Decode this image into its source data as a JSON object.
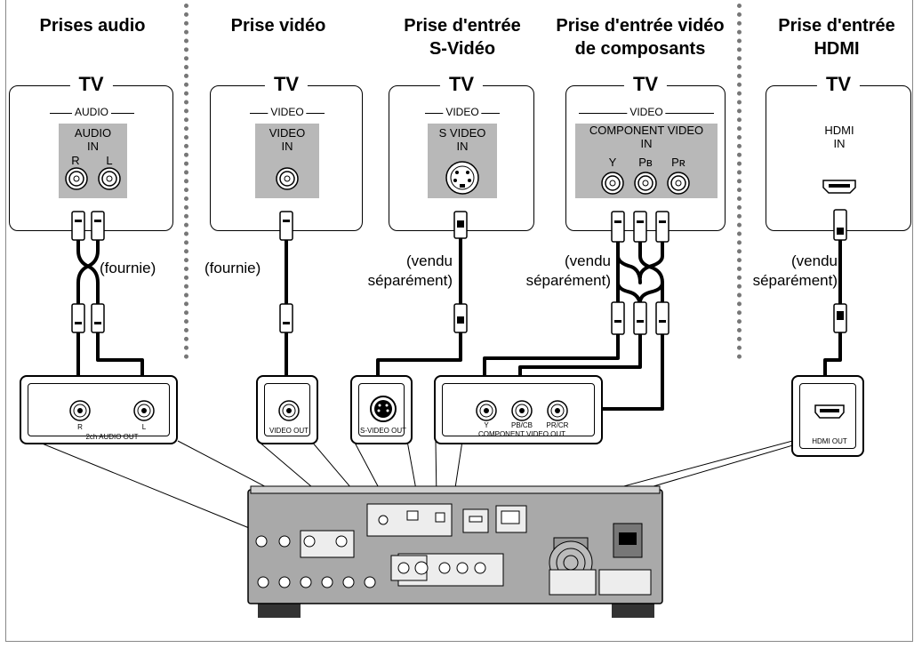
{
  "headers": {
    "audio": "Prises audio",
    "video": "Prise vidéo",
    "svideo": "Prise d'entrée\nS-Vidéo",
    "component": "Prise d'entrée vidéo\nde composants",
    "hdmi": "Prise d'entrée\nHDMI"
  },
  "tv_boxes": {
    "audio": {
      "title": "TV",
      "group": "AUDIO",
      "panel": "AUDIO\nIN",
      "jacks": [
        "R",
        "L"
      ]
    },
    "video": {
      "title": "TV",
      "group": "VIDEO",
      "panel": "VIDEO\nIN"
    },
    "svideo": {
      "title": "TV",
      "group": "VIDEO",
      "panel": "S VIDEO\nIN"
    },
    "component": {
      "title": "TV",
      "group": "VIDEO",
      "panel": "COMPONENT VIDEO\nIN",
      "jacks": [
        "Y",
        "Pʙ",
        "Pʀ"
      ]
    },
    "hdmi": {
      "title": "TV",
      "panel": "HDMI\nIN"
    }
  },
  "cable_notes": {
    "audio": "(fournie)",
    "video": "(fournie)",
    "svideo": "(vendu\nséparément)",
    "component": "(vendu\nséparément)",
    "hdmi": "(vendu\nséparément)"
  },
  "player_jacks": {
    "audio": {
      "jacks": [
        "R",
        "L"
      ],
      "label": "2ch AUDIO OUT"
    },
    "video": {
      "label": "VIDEO OUT"
    },
    "svideo": {
      "label": "S-VIDEO OUT"
    },
    "component": {
      "jacks": [
        "Y",
        "PB/CB",
        "PR/CR"
      ],
      "label": "COMPONENT VIDEO OUT"
    },
    "hdmi": {
      "label": "HDMI OUT"
    }
  },
  "colors": {
    "panel": "#b8b8b8",
    "line": "#000000",
    "separator": "#777777",
    "device": "#a9a9a9"
  }
}
